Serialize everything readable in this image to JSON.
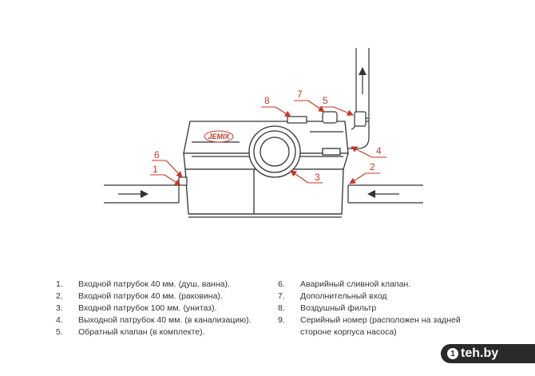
{
  "logo": {
    "text": "JEMIX"
  },
  "callouts": [
    "1",
    "2",
    "3",
    "4",
    "5",
    "6",
    "7",
    "8"
  ],
  "legend": {
    "left": [
      {
        "num": "1.",
        "text": "Входной патрубок 40 мм. (душ, ванна)."
      },
      {
        "num": "2.",
        "text": "Входной патрубок 40 мм. (раковина)."
      },
      {
        "num": "3.",
        "text": "Входной патрубок 100 мм. (унитаз)."
      },
      {
        "num": "4.",
        "text": "Выходной патрубок 40 мм. (в канализацию)."
      },
      {
        "num": "5.",
        "text": "Обратный клапан (в комплекте)."
      }
    ],
    "right": [
      {
        "num": "6.",
        "text": "Аварийный сливной клапан."
      },
      {
        "num": "7.",
        "text": "Дополнительный вход"
      },
      {
        "num": "8.",
        "text": "Воздушный фильтр"
      },
      {
        "num": "9.",
        "text": "Серийный номер (расположен на задней стороне корпуса насоса)"
      }
    ]
  },
  "watermark": {
    "icon": "1",
    "text": "teh.by"
  },
  "colors": {
    "callout": "#c0392b",
    "line": "#333333",
    "watermark_bg": "#2a2a2a"
  }
}
